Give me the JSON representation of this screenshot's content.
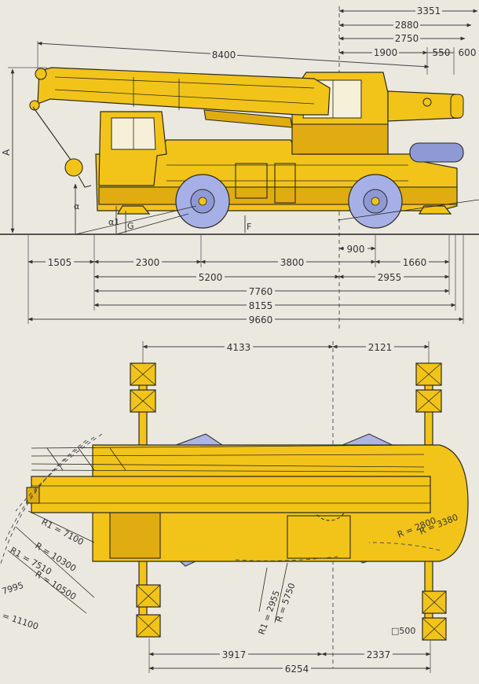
{
  "side_view": {
    "top_dims": [
      "3351",
      "2880",
      "2750",
      "1900",
      "550",
      "600"
    ],
    "boom_length": "8400",
    "height_labels": [
      "A",
      "α",
      "α1",
      "G",
      "F"
    ],
    "bottom_dims": {
      "front_overhang": "1505",
      "axle_front": "2300",
      "wheelbase": "3800",
      "slew_offset": "900",
      "rear_overhang": "1660",
      "to_slew_center": "5200",
      "slew_to_rear": "2955",
      "length_7760": "7760",
      "length_8155": "8155",
      "overall_length": "9660"
    }
  },
  "top_view": {
    "outrigger_front": "4133",
    "outrigger_rear": "2121",
    "radii": [
      "R1 = 7100",
      "R = 10300",
      "R1 = 7510",
      "R = 10500",
      "7995",
      "= 11100",
      "R = 3380",
      "R = 2800",
      "R = 5750",
      "R1 = 2955"
    ],
    "pad_size": "□500",
    "bottom_dims": {
      "front": "3917",
      "rear": "2337",
      "total": "6254"
    }
  },
  "colors": {
    "background": "#ebe8e0",
    "crane_yellow": "#f2c419",
    "tyre_blue": "#a7b0e6"
  }
}
